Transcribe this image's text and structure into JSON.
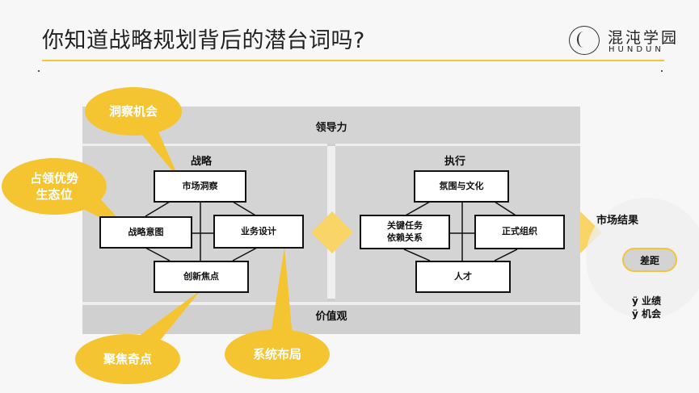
{
  "header": {
    "title": "你知道战略规划背后的潜台词吗?",
    "logo_text": "混沌学园",
    "logo_sub": "HUNDUN"
  },
  "diagram": {
    "top_band": "领导力",
    "bottom_band": "价值观",
    "strategy": {
      "label": "战略",
      "boxes": [
        "市场洞察",
        "战略意图",
        "业务设计",
        "创新焦点"
      ]
    },
    "execution": {
      "label": "执行",
      "boxes": [
        "氛围与文化",
        "关键任务\n依赖关系",
        "正式组织",
        "人才"
      ]
    },
    "result": {
      "label": "市场结果",
      "gap": "差距",
      "bullets": [
        "ÿ 业绩",
        "ÿ 机会"
      ]
    }
  },
  "bubbles": [
    "洞察机会",
    "占领优势\n生态位",
    "聚焦奇点",
    "系统布局"
  ],
  "colors": {
    "accent": "#f5c431",
    "panel": "#d4d4d4"
  }
}
